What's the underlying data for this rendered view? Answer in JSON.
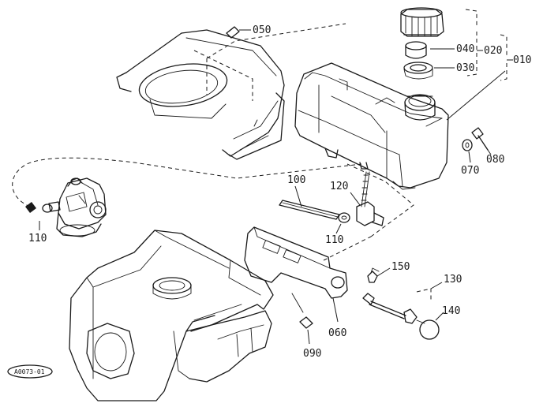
{
  "diagram_id": "A0073-01",
  "labels": {
    "p010": "010",
    "p020": "020",
    "p030": "030",
    "p040": "040",
    "p050": "050",
    "p060": "060",
    "p070": "070",
    "p080": "080",
    "p090": "090",
    "p100": "100",
    "p110a": "110",
    "p110b": "110",
    "p120": "120",
    "p130": "130",
    "p140": "140",
    "p150": "150"
  }
}
